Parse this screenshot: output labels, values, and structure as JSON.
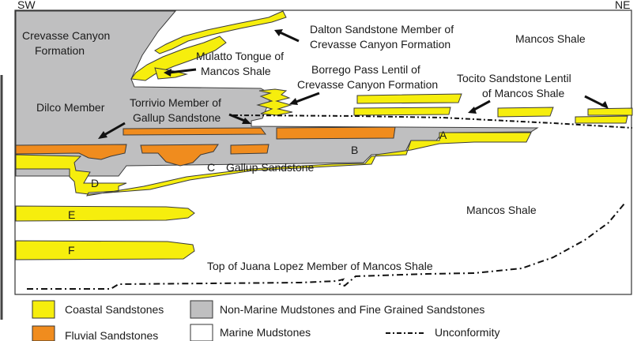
{
  "orientation": {
    "left": "SW",
    "right": "NE"
  },
  "colors": {
    "coastal": "#f6ee0d",
    "fluvial": "#f08c1e",
    "nonmarine": "#bfbfc0",
    "marine": "#ffffff"
  },
  "labels": {
    "crevasse_canyon_1": "Crevasse Canyon",
    "crevasse_canyon_2": "Formation",
    "dalton_1": "Dalton Sandstone Member of",
    "dalton_2": "Crevasse Canyon Formation",
    "mancos_shale_top": "Mancos Shale",
    "mulatto_1": "Mulatto Tongue of",
    "mulatto_2": "Mancos Shale",
    "borrego_1": "Borrego Pass Lentil of",
    "borrego_2": "Crevasse Canyon Formation",
    "tocito_1": "Tocito Sandstone Lentil",
    "tocito_2": "of Mancos Shale",
    "dilco": "Dilco Member",
    "torrivio_1": "Torrivio Member of",
    "torrivio_2": "Gallup Sandstone",
    "gallup": "Gallup Sandstone",
    "mancos_shale_mid": "Mancos Shale",
    "juana_lopez": "Top of Juana Lopez Member of Mancos Shale",
    "unit_a": "A",
    "unit_b": "B",
    "unit_c": "C",
    "unit_d": "D",
    "unit_e": "E",
    "unit_f": "F"
  },
  "legend": [
    {
      "key": "coastal",
      "label": "Coastal Sandstones"
    },
    {
      "key": "nonmarine",
      "label": "Non-Marine Mudstones and Fine Grained Sandstones"
    },
    {
      "key": "fluvial",
      "label": "Fluvial Sandstones"
    },
    {
      "key": "marine",
      "label": "Marine Mudstones"
    },
    {
      "key": "unconformity",
      "label": "Unconformity"
    }
  ]
}
